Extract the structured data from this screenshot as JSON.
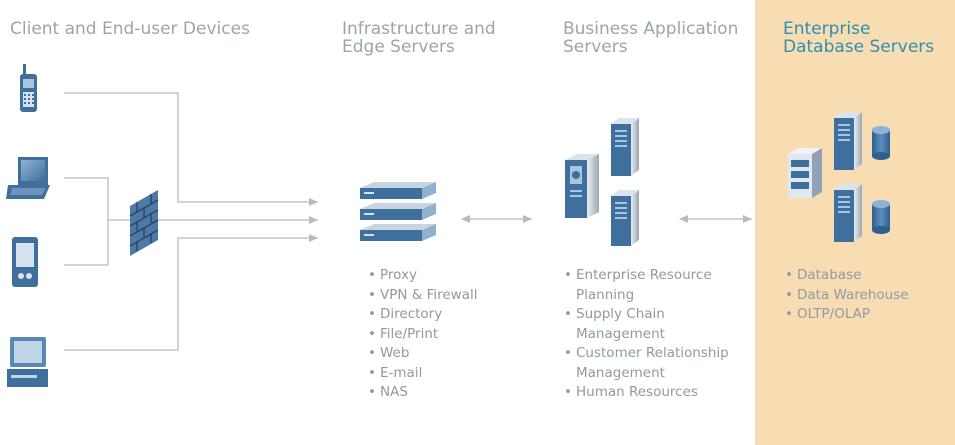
{
  "columns": {
    "client": {
      "title_lines": [
        "Client and End-user Devices"
      ]
    },
    "edge": {
      "title_lines": [
        "Infrastructure and",
        "Edge Servers"
      ],
      "items": [
        "Proxy",
        "VPN & Firewall",
        "Directory",
        "File/Print",
        "Web",
        "E-mail",
        "NAS"
      ]
    },
    "business": {
      "title_lines": [
        "Business Application",
        "Servers"
      ],
      "items": [
        [
          "Enterprise Resource",
          "Planning"
        ],
        [
          "Supply Chain",
          "Management"
        ],
        [
          "Customer Relationship",
          "Management"
        ],
        [
          "Human Resources"
        ]
      ]
    },
    "database": {
      "title_lines": [
        "Enterprise",
        "Database Servers"
      ],
      "items": [
        "Database",
        "Data Warehouse",
        "OLTP/OLAP"
      ]
    }
  },
  "icons": {
    "devices": [
      "mobile-phone-icon",
      "laptop-icon",
      "pda-icon",
      "desktop-computer-icon"
    ],
    "firewall": "firewall-icon",
    "edge": "rack-servers-icon",
    "business": [
      "tower-server-icon",
      "tower-server-icon",
      "tower-server-icon"
    ],
    "database": [
      "tower-server-icon",
      "database-cylinder-icon",
      "tower-server-icon",
      "tower-server-icon",
      "database-cylinder-icon"
    ]
  },
  "colors": {
    "highlight": "#f8ddb3",
    "title_grey": "#9aa5ad",
    "title_blue": "#2d8fb3",
    "icon_blue": "#3f6f9c",
    "connector": "#b4bcc2"
  }
}
